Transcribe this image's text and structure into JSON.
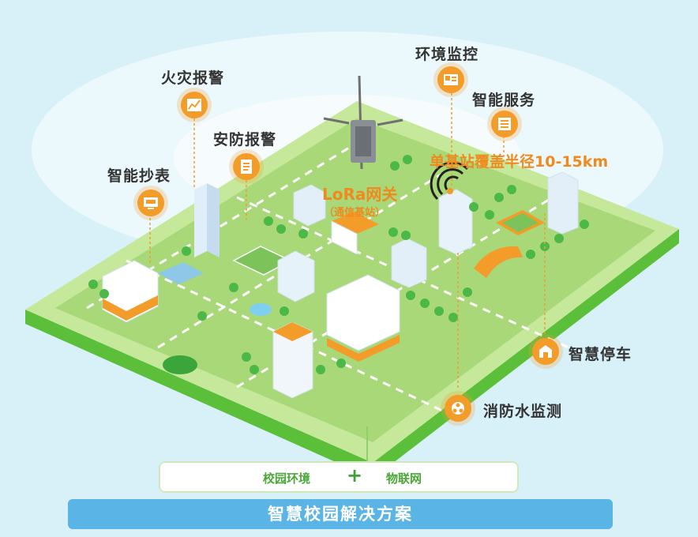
{
  "features": {
    "fire_alarm": "火灾报警",
    "security_alarm": "安防报警",
    "smart_meter": "智能抄表",
    "env_monitor": "环境监控",
    "smart_service": "智能服务",
    "smart_parking": "智慧停车",
    "fire_water": "消防水监测"
  },
  "gateway": {
    "title": "LoRa网关",
    "subtitle": "（通信基站）",
    "coverage": "单基站覆盖半径10-15km"
  },
  "footer": {
    "left": "校园环境",
    "plus": "+",
    "right": "物联网",
    "title": "智慧校园解决方案"
  },
  "colors": {
    "accent": "#f39c2a",
    "grass": "#a8d878",
    "banner": "#5ab4e6"
  }
}
